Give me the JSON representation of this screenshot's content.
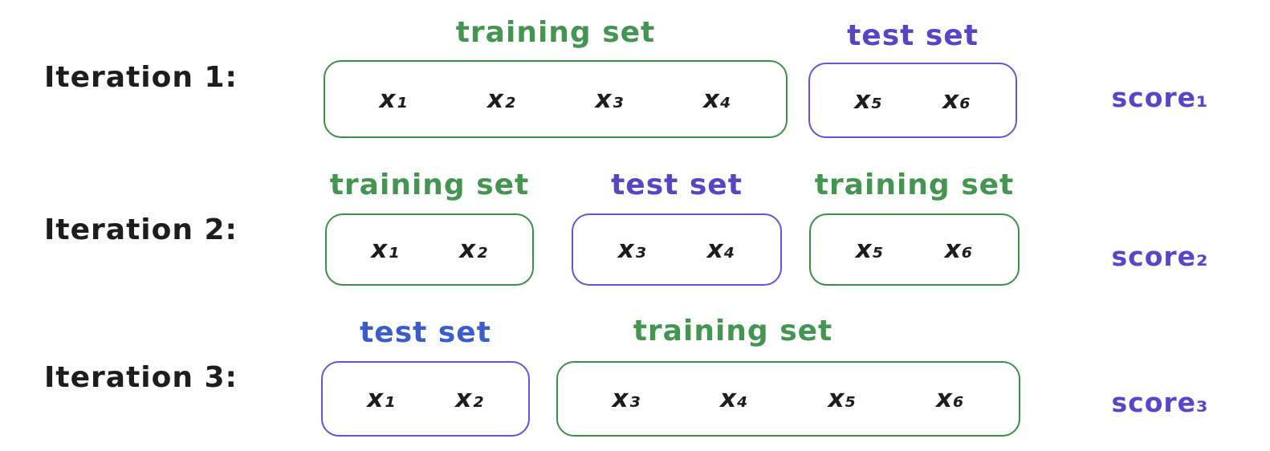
{
  "colors": {
    "background": "#ffffff",
    "ink": "#1d1d1d",
    "training_border_green": "#3e8e49",
    "training_label_green": "#459552",
    "test_border_purple": "#6a52d6",
    "test_label_purple": "#5b44c4",
    "test_label_blue": "#3d5ccb",
    "score_purple": "#5b44c8"
  },
  "rows": [
    {
      "iteration_label": "Iteration 1:",
      "score_label": "score₁",
      "groups": [
        {
          "type": "training",
          "label": "training set",
          "items": [
            "x₁",
            "x₂",
            "x₃",
            "x₄"
          ]
        },
        {
          "type": "test",
          "label": "test set",
          "items": [
            "x₅",
            "x₆"
          ]
        }
      ]
    },
    {
      "iteration_label": "Iteration 2:",
      "score_label": "score₂",
      "groups": [
        {
          "type": "training",
          "label": "training set",
          "items": [
            "x₁",
            "x₂"
          ]
        },
        {
          "type": "test",
          "label": "test set",
          "items": [
            "x₃",
            "x₄"
          ]
        },
        {
          "type": "training",
          "label": "training set",
          "items": [
            "x₅",
            "x₆"
          ]
        }
      ]
    },
    {
      "iteration_label": "Iteration 3:",
      "score_label": "score₃",
      "groups": [
        {
          "type": "test",
          "label": "test set",
          "items": [
            "x₁",
            "x₂"
          ]
        },
        {
          "type": "training",
          "label": "training set",
          "items": [
            "x₃",
            "x₄",
            "x₅",
            "x₆"
          ]
        }
      ]
    }
  ]
}
